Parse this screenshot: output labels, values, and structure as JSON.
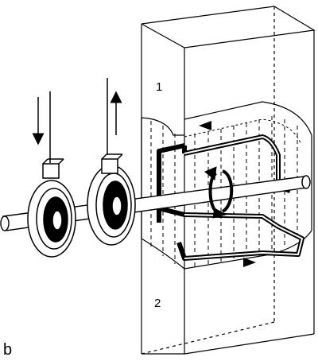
{
  "labels": {
    "upper_zone": "1",
    "lower_zone": "2",
    "panel": "b"
  },
  "colors": {
    "ink": "#000000",
    "paper": "#ffffff"
  },
  "arrows": {
    "left": "inlet-arrow-down",
    "right": "outlet-arrow-up"
  },
  "icons": [
    "rotation-arrow-icon",
    "flow-arrow-icon"
  ]
}
